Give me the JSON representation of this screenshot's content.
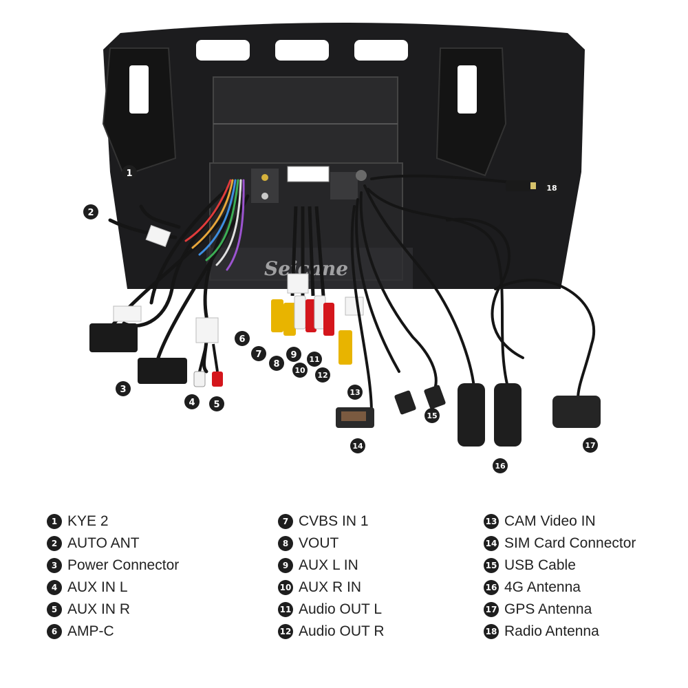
{
  "watermark": "Seicane",
  "markers": [
    {
      "n": "1",
      "label": "KYE 2"
    },
    {
      "n": "2",
      "label": "AUTO ANT"
    },
    {
      "n": "3",
      "label": "Power Connector"
    },
    {
      "n": "4",
      "label": "AUX IN L"
    },
    {
      "n": "5",
      "label": "AUX IN R"
    },
    {
      "n": "6",
      "label": "AMP-C"
    },
    {
      "n": "7",
      "label": "CVBS IN 1"
    },
    {
      "n": "8",
      "label": "VOUT"
    },
    {
      "n": "9",
      "label": "AUX L IN"
    },
    {
      "n": "10",
      "label": "AUX R IN"
    },
    {
      "n": "11",
      "label": "Audio OUT L"
    },
    {
      "n": "12",
      "label": "Audio OUT R"
    },
    {
      "n": "13",
      "label": "CAM Video IN"
    },
    {
      "n": "14",
      "label": "SIM Card Connector"
    },
    {
      "n": "15",
      "label": "USB Cable"
    },
    {
      "n": "16",
      "label": "4G Antenna"
    },
    {
      "n": "17",
      "label": "GPS Antenna"
    },
    {
      "n": "18",
      "label": "Radio Antenna"
    }
  ],
  "colors": {
    "panel": "#1c1c1e",
    "cable": "#151515",
    "rca_yellow": "#e8b400",
    "rca_red": "#d4161c",
    "rca_white": "#f2f2f2",
    "marker": "#1e1e1e"
  }
}
